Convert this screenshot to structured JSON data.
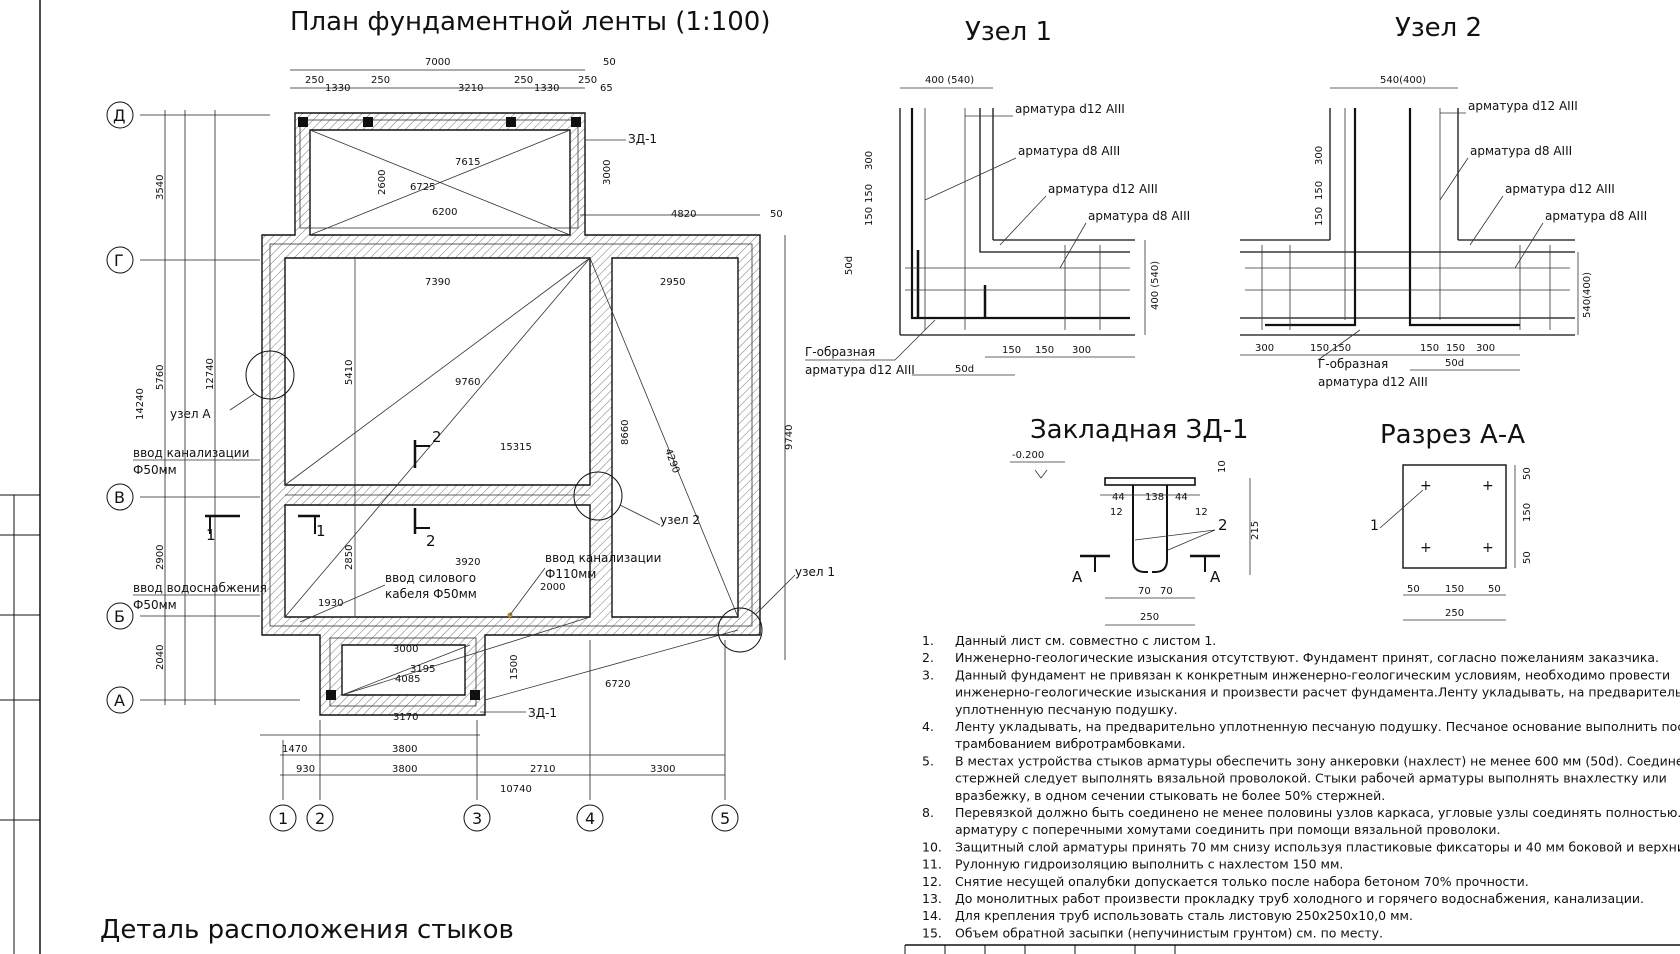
{
  "titles": {
    "plan": "План фундаментной ленты (1:100)",
    "node1": "Узел 1",
    "node2": "Узел 2",
    "embedded": "Закладная ЗД-1",
    "section": "Разрез А-А",
    "joints": "Деталь расположения стыков"
  },
  "axes": {
    "rows": [
      "Д",
      "Г",
      "В",
      "Б",
      "А"
    ],
    "cols": [
      "1",
      "2",
      "3",
      "4",
      "5"
    ]
  },
  "plan": {
    "dims_top": [
      "7000",
      "50",
      "250",
      "1330",
      "250",
      "3210",
      "250",
      "1330",
      "250",
      "65",
      "4820",
      "50"
    ],
    "dims_bottom": [
      "1470",
      "3800",
      "930",
      "3800",
      "2710",
      "3300",
      "10740"
    ],
    "dims_left": [
      "3540",
      "5760",
      "12740",
      "14240",
      "2900",
      "2040"
    ],
    "dims_inner": [
      "7390",
      "2950",
      "6200",
      "5410",
      "8660",
      "2850",
      "9740",
      "3000",
      "3170",
      "3195",
      "4085",
      "6720",
      "1930",
      "3920",
      "2000",
      "7615",
      "6725",
      "9760",
      "15315",
      "1500",
      "4290",
      "2600",
      "3000"
    ],
    "labels": {
      "zd_top": "ЗД-1",
      "zd_bottom": "ЗД-1",
      "node_a": "узел А",
      "node_2": "узел 2",
      "node_1": "узел 1",
      "sewer_left": "ввод канализации",
      "sewer_left_d": "Ф50мм",
      "water": "ввод водоснабжения",
      "water_d": "Ф50мм",
      "power": "ввод силового",
      "power_d": "кабеля Ф50мм",
      "sewer_right": "ввод канализации",
      "sewer_right_d": "Ф110мм",
      "cut1": "1",
      "cut2": "2"
    }
  },
  "node1": {
    "dims": [
      "400 (540)",
      "300",
      "150",
      "150",
      "50d",
      "400 (540)",
      "150",
      "150",
      "300",
      "50d"
    ],
    "rebar": [
      "арматура d12 AIII",
      "арматура d8 AIII",
      "арматура d12 AIII",
      "арматура d8 AIII"
    ],
    "l_bar": [
      "Г-образная",
      "арматура d12 AIII"
    ]
  },
  "node2": {
    "dims": [
      "540(400)",
      "300",
      "150",
      "150",
      "540(400)",
      "300",
      "150",
      "150",
      "150",
      "150",
      "300",
      "50d"
    ],
    "rebar": [
      "арматура d12 AIII",
      "арматура d8 AIII",
      "арматура d12 AIII",
      "арматура d8 AIII"
    ],
    "l_bar": [
      "Г-образная",
      "арматура d12 AIII"
    ]
  },
  "embedded": {
    "level": "-0.200",
    "dims": [
      "44",
      "138",
      "44",
      "12",
      "12",
      "10",
      "215",
      "70",
      "70",
      "250"
    ],
    "marks": [
      "2",
      "А",
      "А"
    ]
  },
  "section": {
    "dims": [
      "50",
      "150",
      "50",
      "50",
      "150",
      "50",
      "250"
    ],
    "mark": "1"
  },
  "notes": [
    {
      "n": "1.",
      "lines": [
        "Данный лист см. совместно с листом 1."
      ]
    },
    {
      "n": "2.",
      "lines": [
        "Инженерно-геологические изыскания отсутствуют. Фундамент принят, согласно пожеланиям заказчика."
      ]
    },
    {
      "n": "3.",
      "lines": [
        "Данный фундамент не привязан к конкретным инженерно-геологическим условиям, необходимо провести",
        "инженерно-геологические изыскания и произвести расчет фундамента.Ленту укладывать, на предварительно",
        "уплотненную песчаную подушку."
      ]
    },
    {
      "n": "4.",
      "lines": [
        "Ленту укладывать, на предварительно уплотненную песчаную подушку. Песчаное основание выполнить послойным",
        "трамбованием вибротрамбовками."
      ]
    },
    {
      "n": "5.",
      "lines": [
        "В местах устройства стыков арматуры обеспечить зону анкеровки (нахлест) не менее 600 мм (50d). Соединения",
        "стержней следует выполнять вязальной проволокой. Стыки рабочей арматуры выполнять внахлестку или",
        "вразбежку, в одном сечении стыковать не более 50% стержней."
      ]
    },
    {
      "n": "8.",
      "lines": [
        "Перевязкой должно быть соединено не менее половины узлов каркаса, угловые узлы соединять полностью. Продольную",
        "арматуру с поперечными хомутами соединить при помощи вязальной проволоки."
      ]
    },
    {
      "n": "10.",
      "lines": [
        "Защитный слой арматуры принять 70 мм снизу используя пластиковые фиксаторы и 40 мм боковой и верхний."
      ]
    },
    {
      "n": "11.",
      "lines": [
        "Рулонную гидроизоляцию выполнить с нахлестом 150 мм."
      ]
    },
    {
      "n": "12.",
      "lines": [
        "Снятие несущей опалубки допускается только после набора бетоном 70% прочности."
      ]
    },
    {
      "n": "13.",
      "lines": [
        "До монолитных работ произвести прокладку труб холодного и горячего водоснабжения, канализации."
      ]
    },
    {
      "n": "14.",
      "lines": [
        "Для крепления труб использовать сталь листовую 250х250х10,0 мм."
      ]
    },
    {
      "n": "15.",
      "lines": [
        "Объем обратной засыпки (непучинистым грунтом) см. по месту."
      ]
    }
  ],
  "colors": {
    "ink": "#111111",
    "hatch": "#444444",
    "marker": "#c8892a"
  }
}
